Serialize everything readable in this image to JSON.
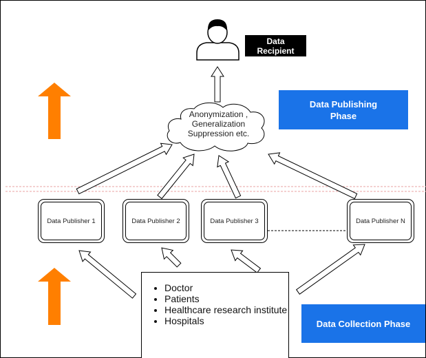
{
  "recipient": {
    "label_line1": "Data",
    "label_line2": "Recipient"
  },
  "anonymization": {
    "line1": "Anonymization ,",
    "line2": "Generalization",
    "line3": "Suppression etc."
  },
  "publishing_phase": {
    "line1": "Data Publishing",
    "line2": "Phase"
  },
  "collection_phase": {
    "label": "Data Collection Phase"
  },
  "publishers": [
    {
      "label": "Data Publisher 1"
    },
    {
      "label": "Data Publisher 2"
    },
    {
      "label": "Data Publisher 3"
    },
    {
      "label": "Data Publisher N"
    }
  ],
  "sources": [
    "Doctor",
    "Patients",
    "Healthcare research institute",
    "Hospitals"
  ],
  "colors": {
    "phase_box": "#1a73e8",
    "orange_arrow": "#ff7f00",
    "divider": "#e8a0a0",
    "label_bg": "#000000"
  }
}
